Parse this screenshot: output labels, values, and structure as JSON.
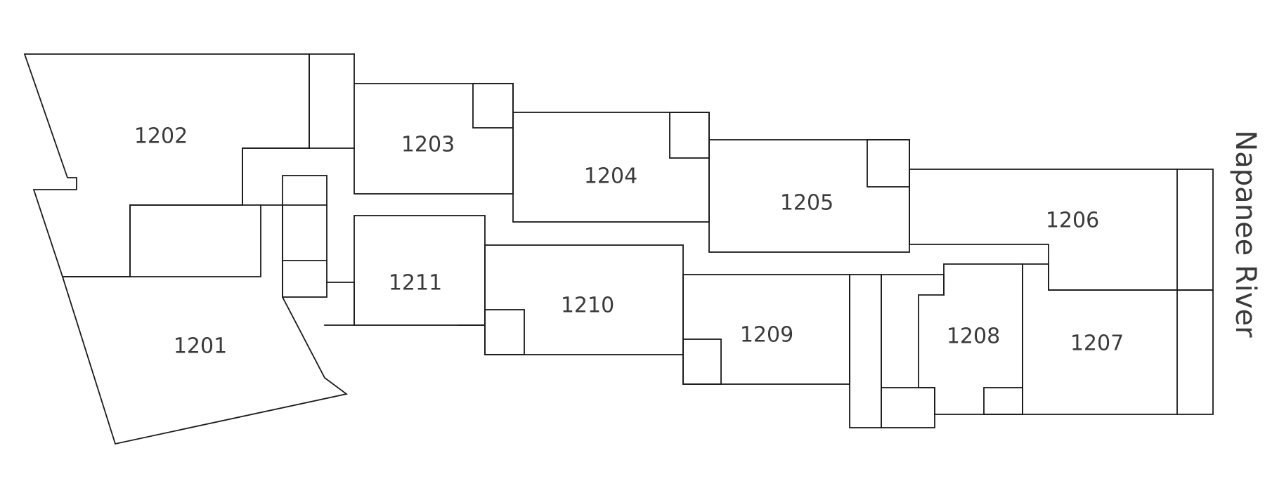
{
  "map": {
    "rooms": [
      {
        "id": "1201",
        "label": "1201"
      },
      {
        "id": "1202",
        "label": "1202"
      },
      {
        "id": "1203",
        "label": "1203"
      },
      {
        "id": "1204",
        "label": "1204"
      },
      {
        "id": "1205",
        "label": "1205"
      },
      {
        "id": "1206",
        "label": "1206"
      },
      {
        "id": "1207",
        "label": "1207"
      },
      {
        "id": "1208",
        "label": "1208"
      },
      {
        "id": "1209",
        "label": "1209"
      },
      {
        "id": "1210",
        "label": "1210"
      },
      {
        "id": "1211",
        "label": "1211"
      }
    ],
    "river_label": "Napanee River"
  }
}
